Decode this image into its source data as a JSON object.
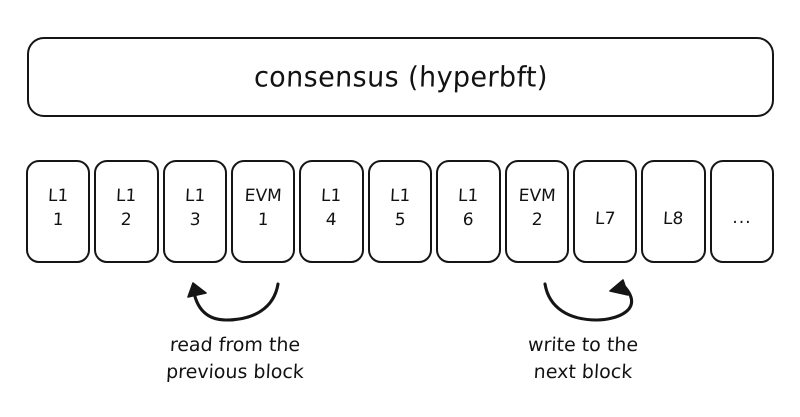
{
  "diagram": {
    "background_color": "#ffffff",
    "stroke_color": "#151515",
    "text_color": "#121212"
  },
  "consensus": {
    "label": "consensus (hyperbft)"
  },
  "blocks": [
    {
      "kind": "L1",
      "num": "1",
      "lines": 2
    },
    {
      "kind": "L1",
      "num": "2",
      "lines": 2
    },
    {
      "kind": "L1",
      "num": "3",
      "lines": 2
    },
    {
      "kind": "EVM",
      "num": "1",
      "lines": 2
    },
    {
      "kind": "L1",
      "num": "4",
      "lines": 2
    },
    {
      "kind": "L1",
      "num": "5",
      "lines": 2
    },
    {
      "kind": "L1",
      "num": "6",
      "lines": 2
    },
    {
      "kind": "EVM",
      "num": "2",
      "lines": 2
    },
    {
      "kind": "L7",
      "num": "",
      "lines": 1
    },
    {
      "kind": "L8",
      "num": "",
      "lines": 1
    },
    {
      "kind": "...",
      "num": "",
      "lines": 1
    }
  ],
  "annotations": [
    {
      "id": "read",
      "icon": "curved-arrow-up-left-icon",
      "caption_line1": "read from the",
      "caption_line2": "previous block"
    },
    {
      "id": "write",
      "icon": "curved-arrow-up-right-icon",
      "caption_line1": "write to the",
      "caption_line2": "next block"
    }
  ]
}
